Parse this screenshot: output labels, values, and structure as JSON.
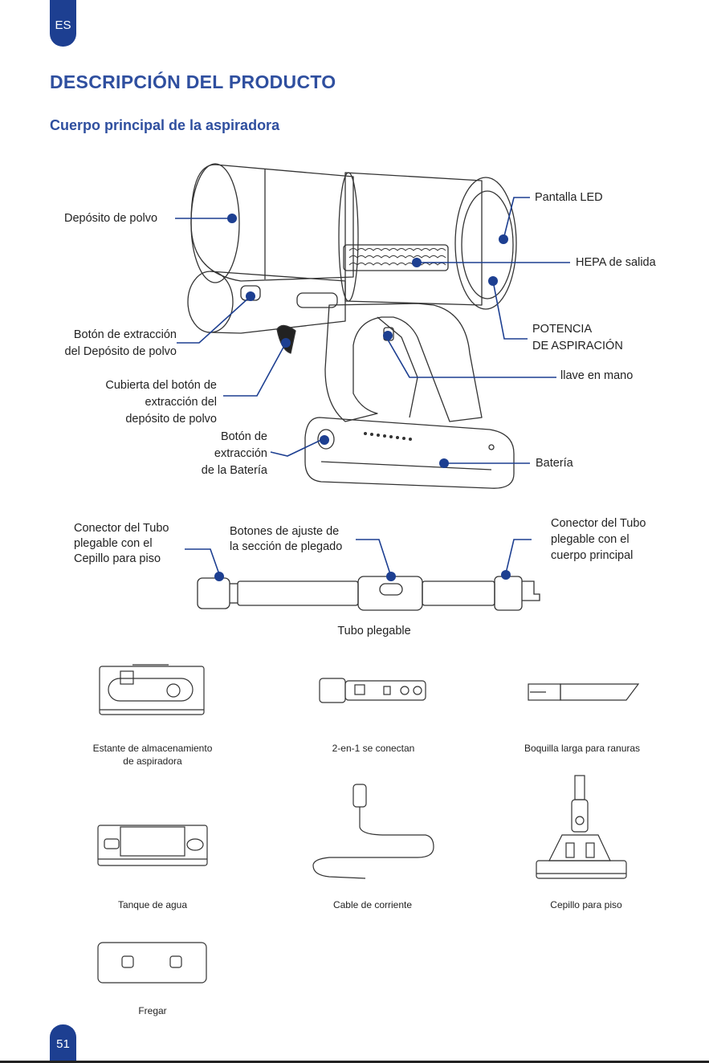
{
  "header": {
    "lang": "ES",
    "title": "DESCRIPCIÓN DEL PRODUCTO",
    "subtitle": "Cuerpo principal de la aspiradora"
  },
  "labels": {
    "dust_tank": "Depósito de polvo",
    "release_btn_1": "Botón de extracción",
    "release_btn_2": "del Depósito de polvo",
    "cover_1": "Cubierta del botón de",
    "cover_2": "extracción del",
    "cover_3": "depósito de polvo",
    "battery_btn_1": "Botón de",
    "battery_btn_2": "extracción",
    "battery_btn_3": "de la Batería",
    "led": "Pantalla LED",
    "hepa": "HEPA de salida",
    "power_1": "POTENCIA",
    "power_2": "DE ASPIRACIÓN",
    "trigger": "llave en mano",
    "battery": "Batería"
  },
  "tube": {
    "left_1": "Conector del Tubo",
    "left_2": "plegable  con el",
    "left_3": "Cepillo para piso",
    "mid_1": "Botones de ajuste de",
    "mid_2": "la sección de plegado",
    "right_1": "Conector del Tubo",
    "right_2": "plegable con el",
    "right_3": "cuerpo principal",
    "caption": "Tubo plegable"
  },
  "accessories": {
    "storage_1": "Estante de almacenamiento",
    "storage_2": "de aspiradora",
    "two_in_one": "2-en-1 se conectan",
    "crevice": "Boquilla larga para ranuras",
    "water_tank": "Tanque de agua",
    "cable": "Cable de corriente",
    "floor_brush": "Cepillo para piso",
    "scrub": "Fregar"
  },
  "footer": {
    "page": "51"
  },
  "colors": {
    "accent": "#1d3f91",
    "heading": "#2f4f9f"
  }
}
